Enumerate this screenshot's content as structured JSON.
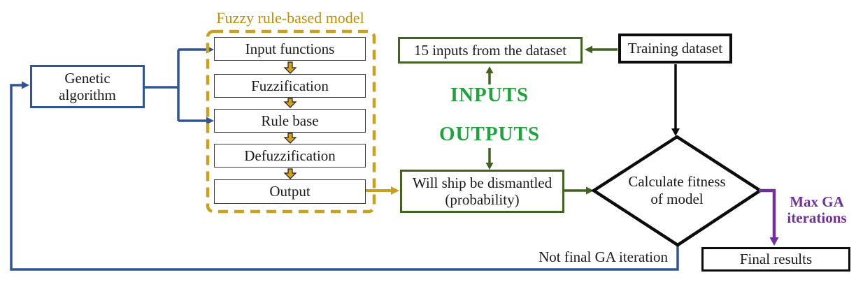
{
  "fuzzy_model": {
    "title": "Fuzzy rule-based model",
    "steps": [
      "Input functions",
      "Fuzzification",
      "Rule base",
      "Defuzzification",
      "Output"
    ]
  },
  "nodes": {
    "genetic_algorithm": "Genetic\nalgorithm",
    "inputs_from_dataset": "15 inputs from the dataset",
    "training_dataset": "Training dataset",
    "will_ship": "Will ship be dismantled\n(probability)",
    "calculate_fitness": "Calculate fitness\nof model",
    "final_results": "Final results"
  },
  "labels": {
    "inputs": "INPUTS",
    "outputs": "OUTPUTS",
    "max_ga_iterations": "Max GA\niterations",
    "not_final_ga_iteration": "Not final GA iteration"
  },
  "colors": {
    "blue": "#2F5597",
    "gold": "#BF9000",
    "gold_dash": "#C9A11C",
    "dark_green": "#41631F",
    "bright_green": "#1FA33D",
    "purple": "#7030A0",
    "black": "#0c0c0c"
  }
}
